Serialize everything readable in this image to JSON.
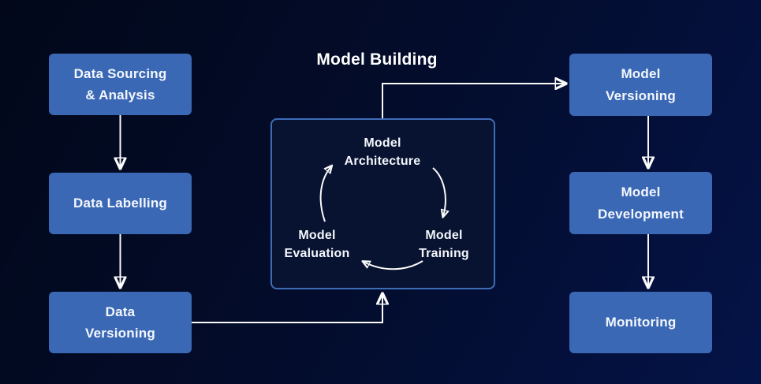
{
  "diagram_title": "Model Building",
  "nodes": {
    "data_sourcing": {
      "lines": [
        "Data Sourcing",
        "& Analysis"
      ]
    },
    "data_labelling": {
      "lines": [
        "Data Labelling"
      ]
    },
    "data_versioning": {
      "lines": [
        "Data",
        "Versioning"
      ]
    },
    "model_versioning": {
      "lines": [
        "Model",
        "Versioning"
      ]
    },
    "model_development": {
      "lines": [
        "Model",
        "Development"
      ]
    },
    "monitoring": {
      "lines": [
        "Monitoring"
      ]
    },
    "model_architecture": {
      "lines": [
        "Model",
        "Architecture"
      ]
    },
    "model_training": {
      "lines": [
        "Model",
        "Training"
      ]
    },
    "model_evaluation": {
      "lines": [
        "Model",
        "Evaluation"
      ]
    }
  },
  "connections": [
    "Data Sourcing & Analysis -> Data Labelling",
    "Data Labelling -> Data Versioning",
    "Data Versioning -> Model Building",
    "Model Building -> Model Versioning",
    "Model Versioning -> Model Development",
    "Model Development -> Monitoring",
    "Model Architecture -> Model Training",
    "Model Training -> Model Evaluation",
    "Model Evaluation -> Model Architecture"
  ],
  "colors": {
    "background_top_left": "#02081a",
    "background_mid": "#030c2b",
    "background_bottom_right": "#041347",
    "node_fill": "#3a68b5",
    "node_text": "#f4f7fc",
    "cycle_box_border": "#3e6db8",
    "cycle_box_fill": "#081331",
    "arrow": "#fafafa",
    "title_text": "#ffffff"
  }
}
